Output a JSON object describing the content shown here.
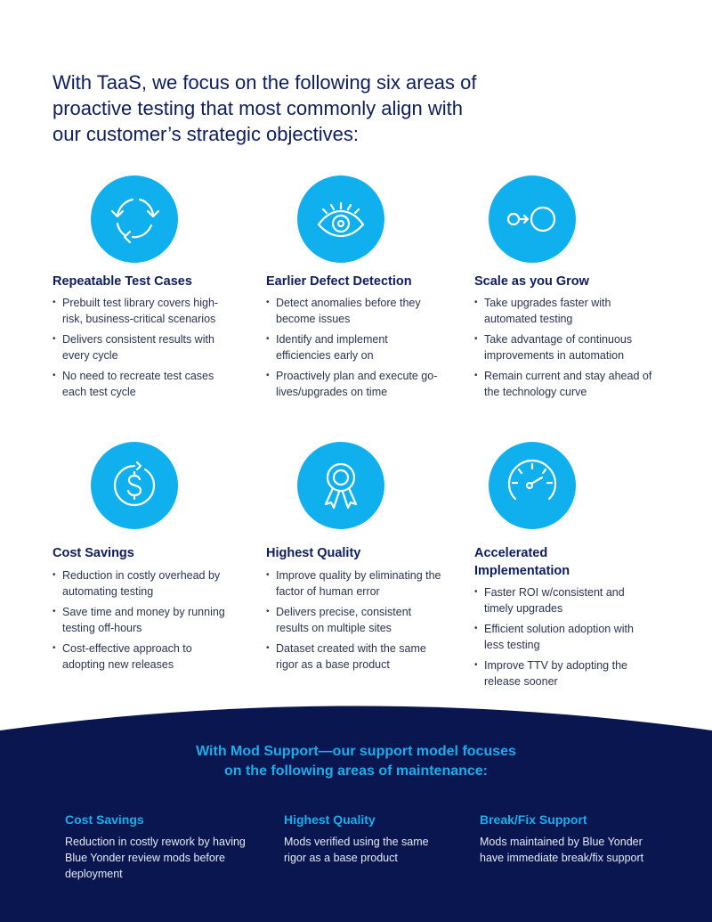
{
  "intro": "With TaaS, we focus on the following six areas of\nproactive testing that most commonly align with\nour customer’s strategic objectives:",
  "colors": {
    "accent": "#10b0ef",
    "navy": "#0a1650",
    "heading": "#0d1d5c"
  },
  "features": [
    {
      "title": "Repeatable Test Cases",
      "icon": "cycle-arrows-icon",
      "bullets": [
        "Prebuilt test library covers high-risk, business-critical scenarios",
        "Delivers consistent results with every cycle",
        "No need to recreate test cases each test cycle"
      ]
    },
    {
      "title": "Earlier Defect Detection",
      "icon": "eye-icon",
      "bullets": [
        "Detect anomalies before they become issues",
        "Identify and implement efficiencies early on",
        "Proactively plan and execute go-lives/upgrades on time"
      ]
    },
    {
      "title": "Scale as you Grow",
      "icon": "scale-circles-icon",
      "bullets": [
        "Take upgrades faster with automated testing",
        "Take advantage of continuous improvements in automation",
        "Remain current and stay ahead of the technology curve"
      ]
    },
    {
      "title": "Cost Savings",
      "icon": "dollar-cycle-icon",
      "bullets": [
        "Reduction in costly overhead by automating testing",
        "Save time and money by running testing off-hours",
        "Cost-effective approach to adopting new releases"
      ]
    },
    {
      "title": "Highest Quality",
      "icon": "award-ribbon-icon",
      "bullets": [
        "Improve quality by eliminating the factor of human error",
        "Delivers precise, consistent results on multiple sites",
        "Dataset created with the same rigor as a base product"
      ]
    },
    {
      "title": "Accelerated Implementation",
      "icon": "speedometer-icon",
      "bullets": [
        "Faster ROI w/consistent and timely upgrades",
        "Efficient solution adoption with less testing",
        "Improve TTV by adopting the release sooner"
      ]
    }
  ],
  "footer": {
    "heading": "With Mod Support—our support model focuses\non the following areas of maintenance:",
    "columns": [
      {
        "title": "Cost Savings",
        "text": "Reduction in costly rework by having Blue Yonder review mods before deployment"
      },
      {
        "title": "Highest Quality",
        "text": "Mods verified using the same rigor as a base product"
      },
      {
        "title": "Break/Fix Support",
        "text": "Mods maintained by Blue Yonder have immediate break/fix support"
      }
    ]
  }
}
